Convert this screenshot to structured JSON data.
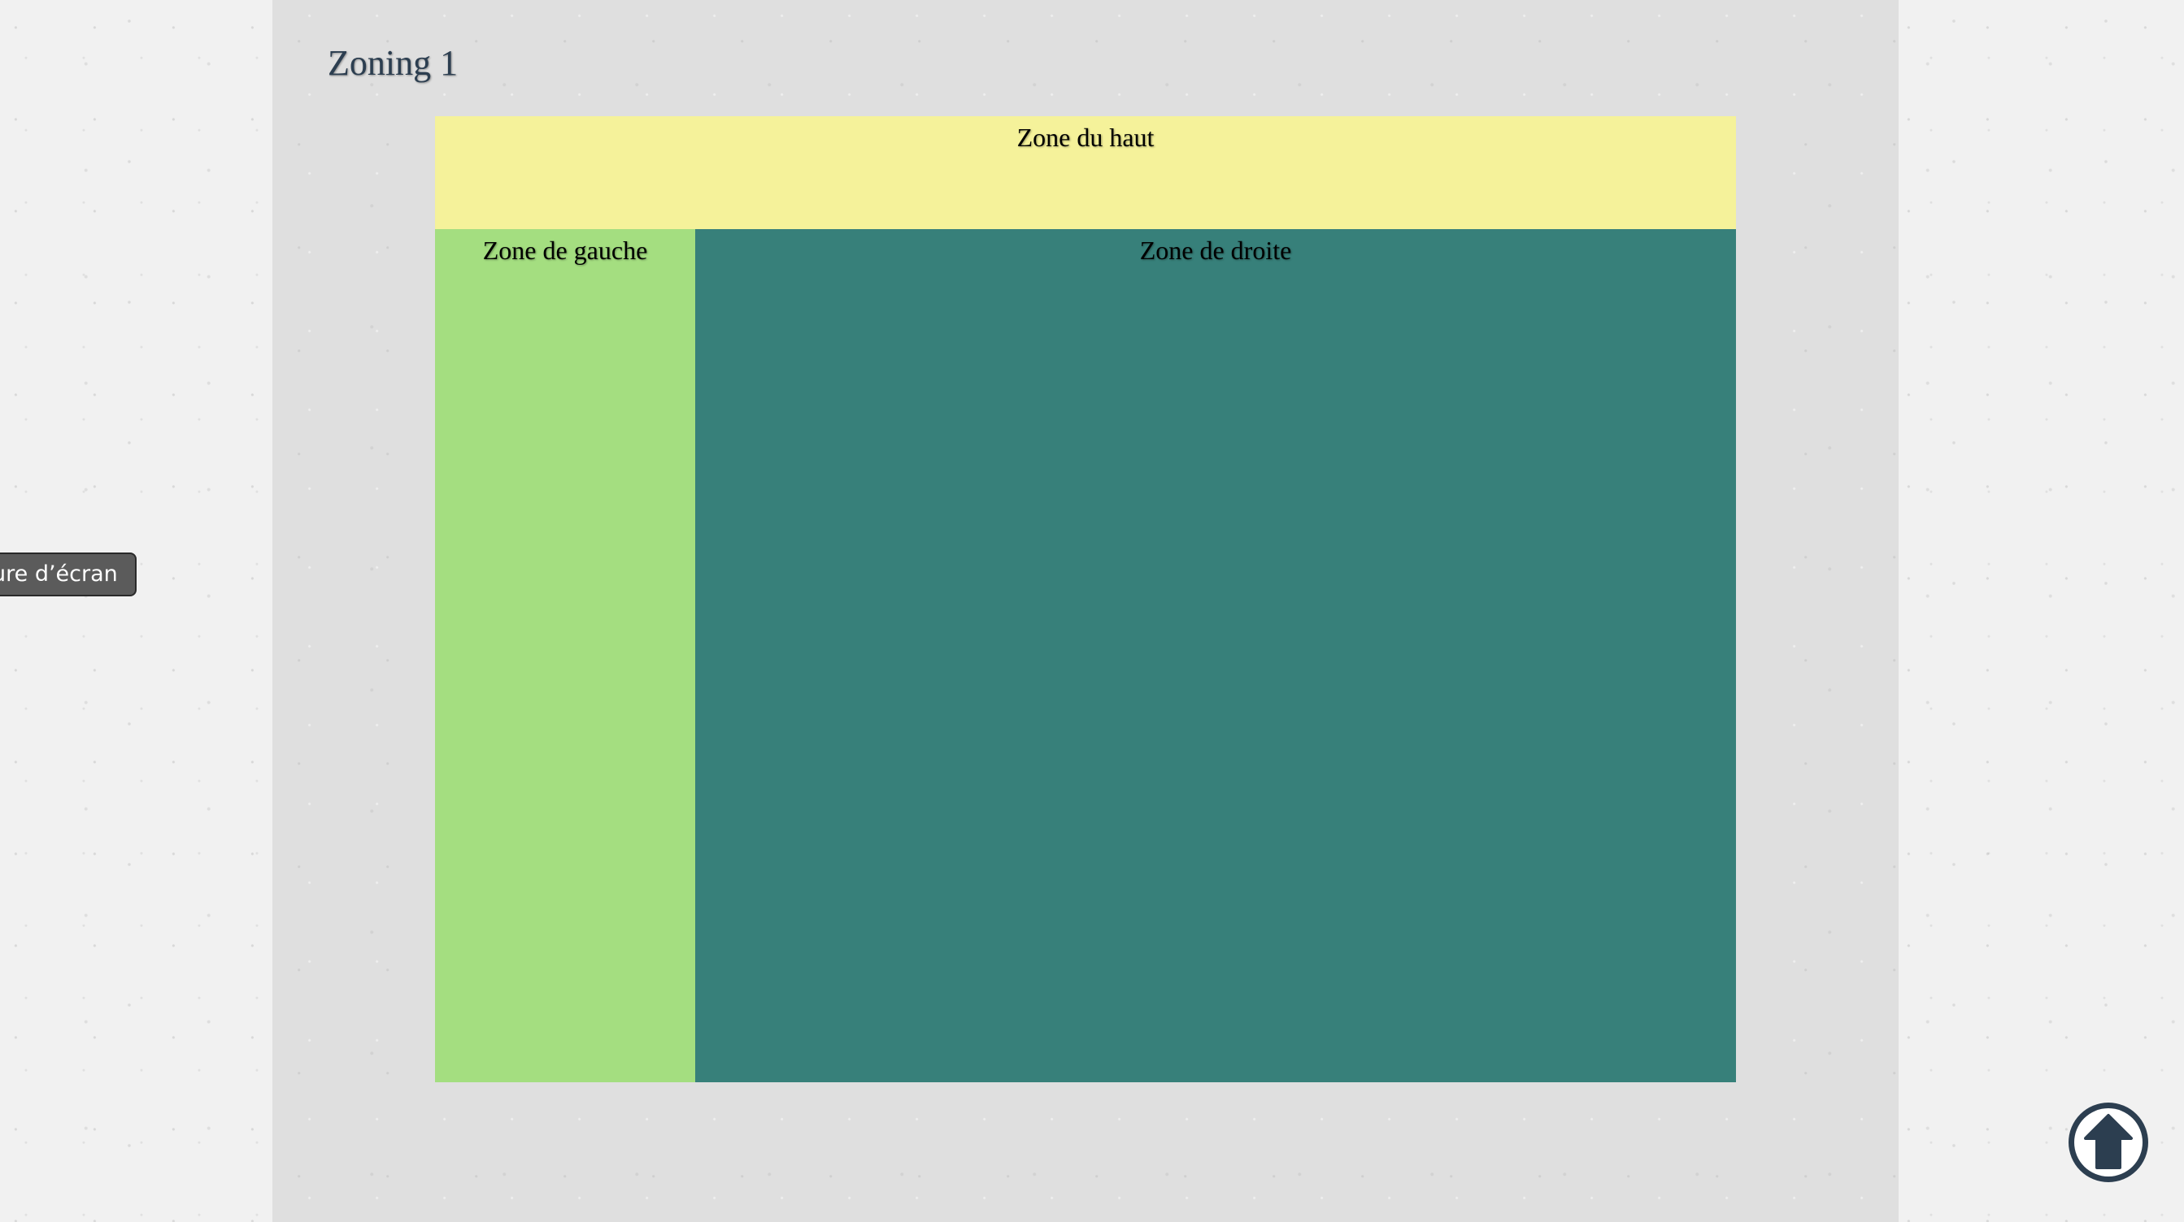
{
  "page": {
    "title": "Zoning 1"
  },
  "zones": {
    "top": {
      "label": "Zone du haut",
      "color": "#f5f29a"
    },
    "left": {
      "label": "Zone de gauche",
      "color": "#a4de80"
    },
    "right": {
      "label": "Zone de droite",
      "color": "#37807a"
    }
  },
  "controls": {
    "screenshot_button_label": "ure d’écran",
    "scroll_top_icon": "arrow-circle-up-icon"
  }
}
